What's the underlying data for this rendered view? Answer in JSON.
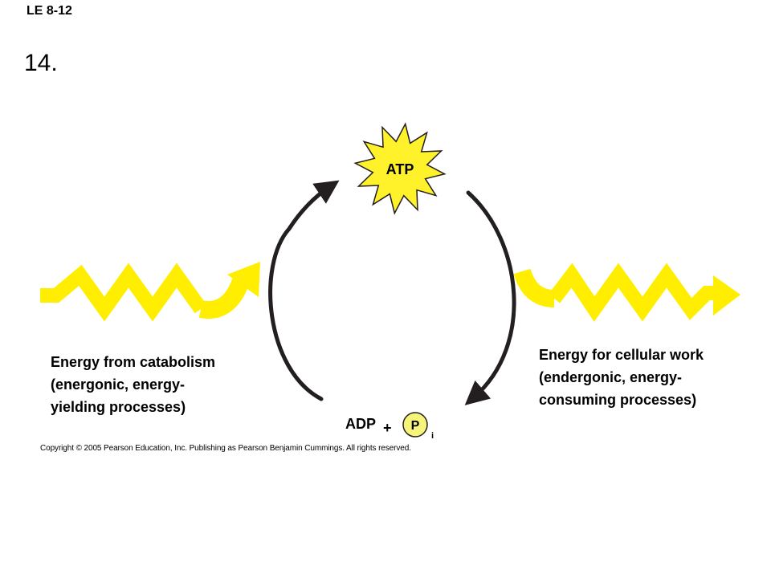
{
  "header": {
    "figure_label": "LE 8-12",
    "question_number": "14."
  },
  "cycle": {
    "atp_label": "ATP",
    "adp_label": "ADP",
    "plus": "+",
    "phosphate_label": "P",
    "phosphate_subscript": "i"
  },
  "left_text": {
    "line1": "Energy from catabolism",
    "line2": "(energonic, energy-",
    "line3": "yielding processes)"
  },
  "right_text": {
    "line1": "Energy for cellular work",
    "line2": "(endergonic, energy-",
    "line3": "consuming processes)"
  },
  "footer": {
    "copyright": "Copyright © 2005 Pearson Education, Inc. Publishing as Pearson Benjamin Cummings. All rights reserved."
  },
  "colors": {
    "energy_yellow": "#ffee00",
    "atp_burst": "#fff12a",
    "arrow": "#231f20",
    "phosphate": "#f7f47a"
  }
}
